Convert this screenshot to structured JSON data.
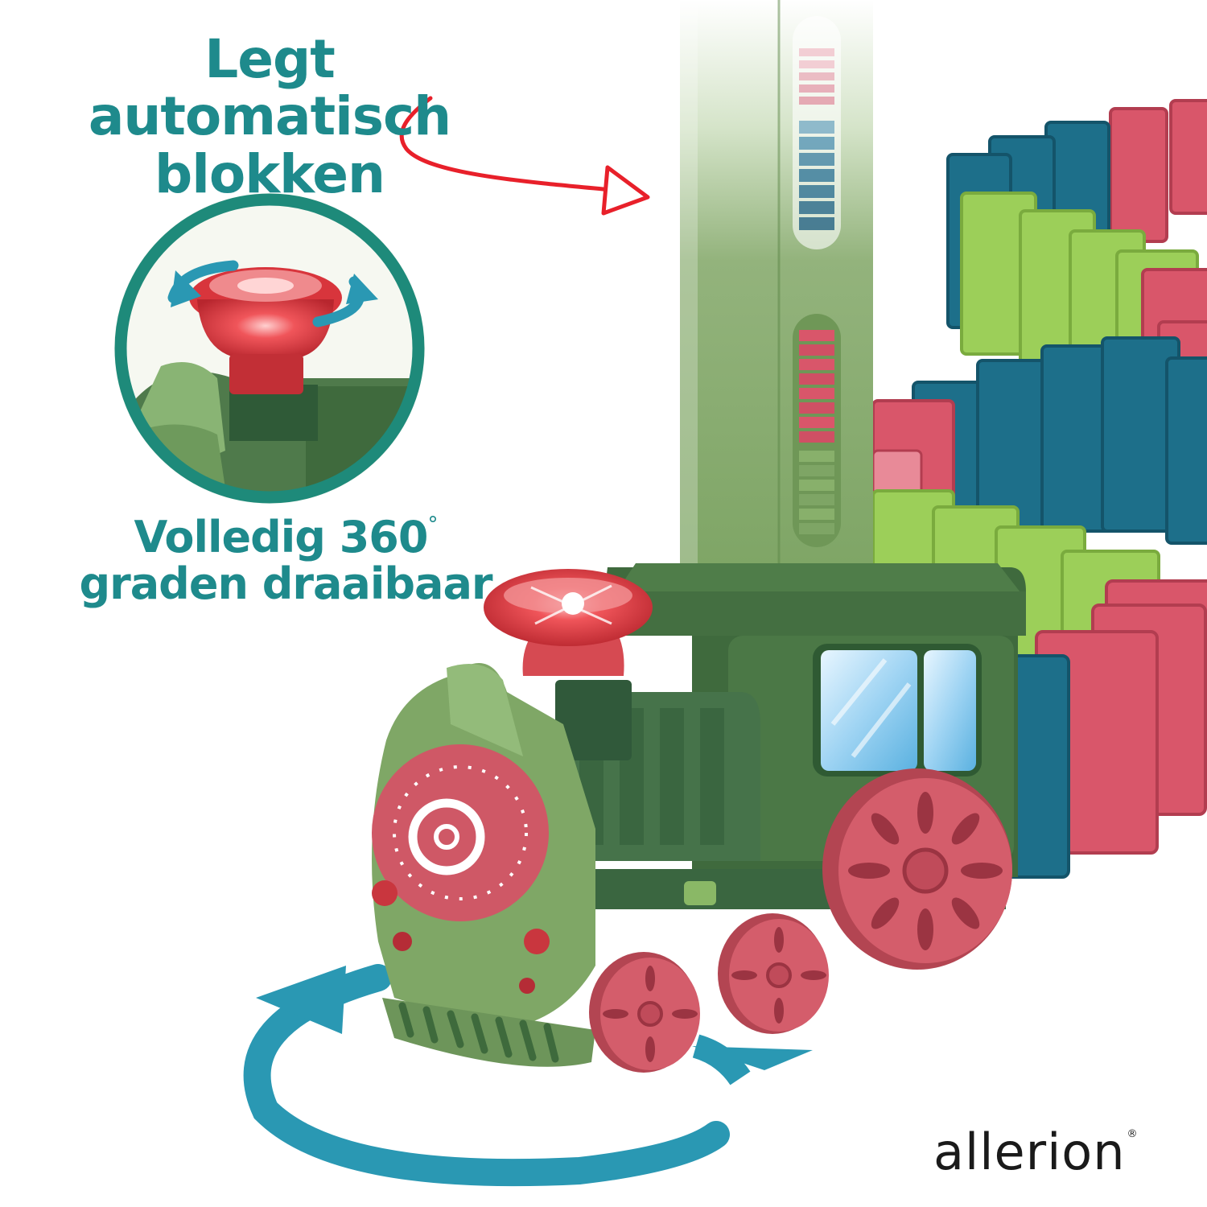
{
  "captions": {
    "top_line1": "Legt automatisch",
    "top_line2": "blokken",
    "mid_line1": "Volledig 360",
    "mid_degree": "°",
    "mid_line2": "graden draaibaar"
  },
  "logo": {
    "text": "allerion",
    "mark": "®"
  },
  "colors": {
    "caption": "#1e8a8c",
    "arrow": "#e8202a",
    "train_green": "#4f7a4b",
    "train_light_green": "#7fa766",
    "wheel_pink": "#cf5866",
    "domino_pink": "#d9566a",
    "domino_teal": "#1d6f8a",
    "domino_lime": "#9ccf59"
  }
}
